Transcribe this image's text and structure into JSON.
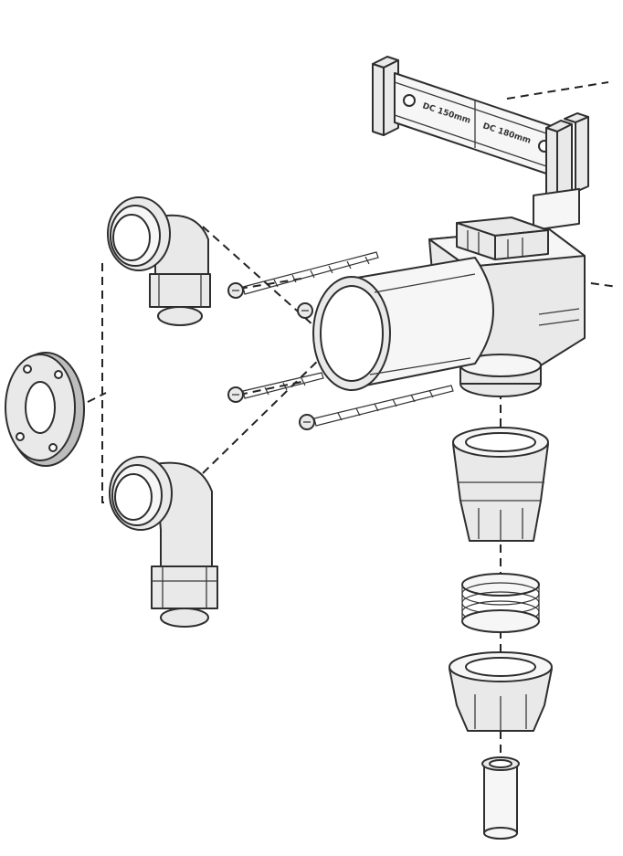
{
  "diagram": {
    "type": "exploded-assembly-drawing",
    "mounting_bracket": {
      "label_left": "DC 150mm",
      "label_right": "DC 180mm"
    },
    "parts": [
      "mounting-bracket",
      "motor-housing",
      "elbow-fitting-top",
      "elbow-fitting-bottom",
      "flange-plate",
      "screw",
      "union-body",
      "seal-spring",
      "union-nut",
      "pipe-stub"
    ]
  }
}
